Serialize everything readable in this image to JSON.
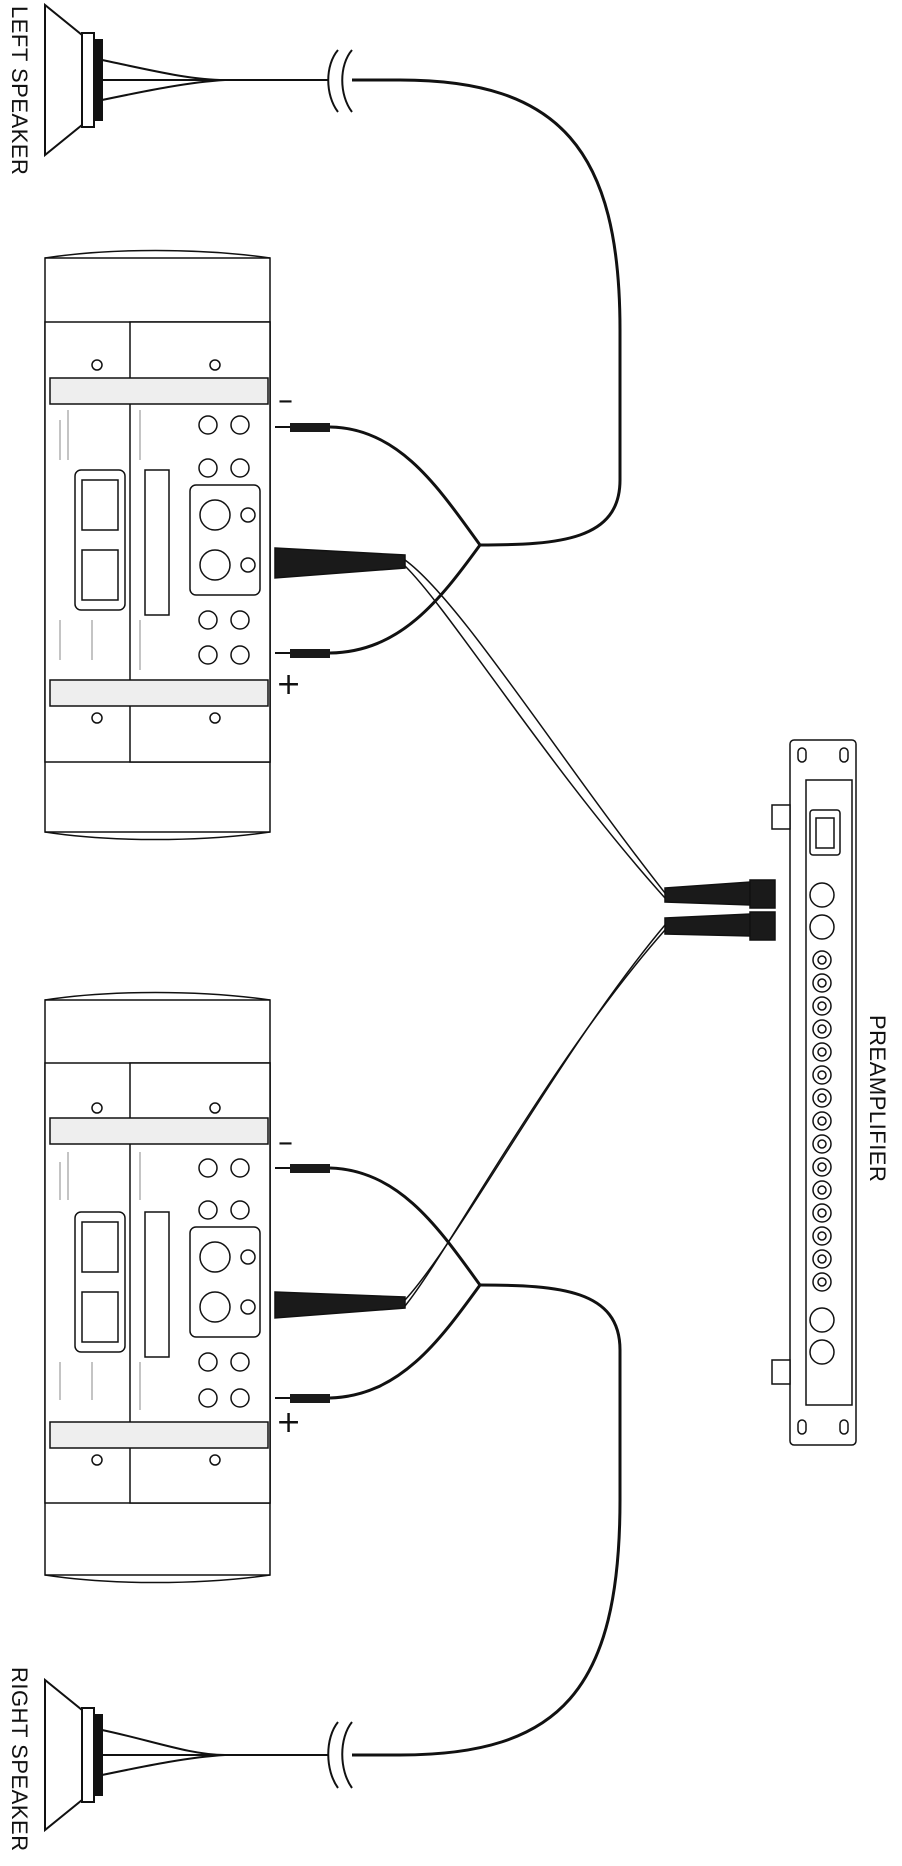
{
  "labels": {
    "left_speaker": "LEFT SPEAKER",
    "right_speaker": "RIGHT SPEAKER",
    "preamplifier": "PREAMPLIFIER"
  },
  "amplifiers": [
    {
      "id": "top",
      "minus": "–",
      "plus": "+"
    },
    {
      "id": "bottom",
      "minus": "–",
      "plus": "+"
    }
  ],
  "colors": {
    "line": "#111111",
    "panel": "#f2f2f2",
    "plug": "#1a1a1a"
  }
}
